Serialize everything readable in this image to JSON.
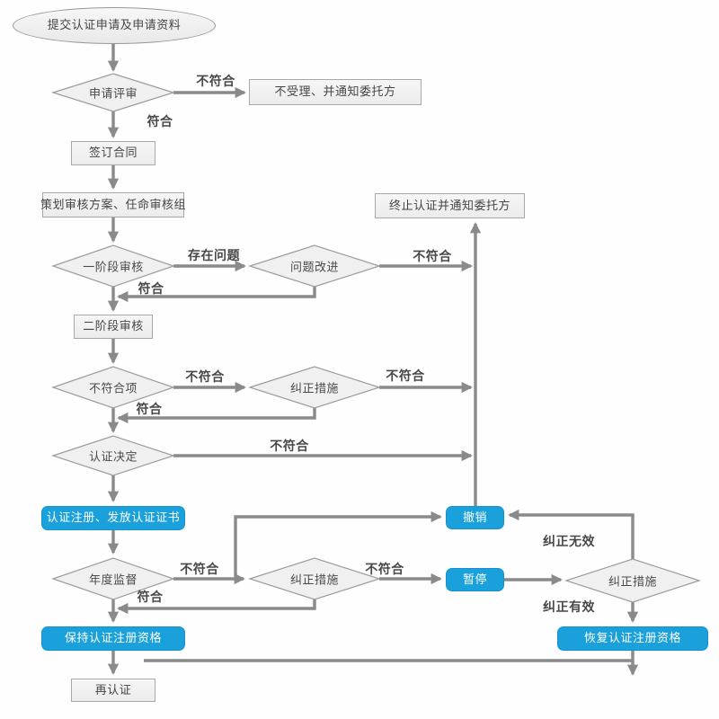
{
  "diagram": {
    "nodes": {
      "submit": "提交认证申请及申请资料",
      "application_review": "申请评审",
      "reject_notify": "不受理、并通知委托方",
      "sign_contract": "签订合同",
      "plan_audit": "策划审核方案、任命审核组",
      "stage1_audit": "一阶段审核",
      "problem_improve": "问题改进",
      "terminate_notify": "终止认证并通知委托方",
      "stage2_audit": "二阶段审核",
      "nonconformity": "不符合项",
      "corrective_action_1": "纠正措施",
      "cert_decision": "认证决定",
      "register_issue": "认证注册、发放认证证书",
      "revoke": "撤销",
      "annual_supervision": "年度监督",
      "corrective_action_2": "纠正措施",
      "suspend": "暂停",
      "corrective_action_3": "纠正措施",
      "restore_qualification": "恢复认证注册资格",
      "maintain_qualification": "保持认证注册资格",
      "recertification": "再认证"
    },
    "edge_labels": {
      "review_fail": "不符合",
      "review_pass": "符合",
      "stage1_issue": "存在问题",
      "improve_fail": "不符合",
      "stage1_pass": "符合",
      "noncon_fail": "不符合",
      "corrective1_fail": "不符合",
      "noncon_pass": "符合",
      "decision_fail": "不符合",
      "annual_fail": "不符合",
      "corrective2_fail": "不符合",
      "annual_pass": "符合",
      "correction_invalid": "纠正无效",
      "correction_valid": "纠正有效"
    },
    "colors": {
      "accent_blue": "#1aa0db",
      "connector_gray": "#8a8a8a"
    }
  }
}
